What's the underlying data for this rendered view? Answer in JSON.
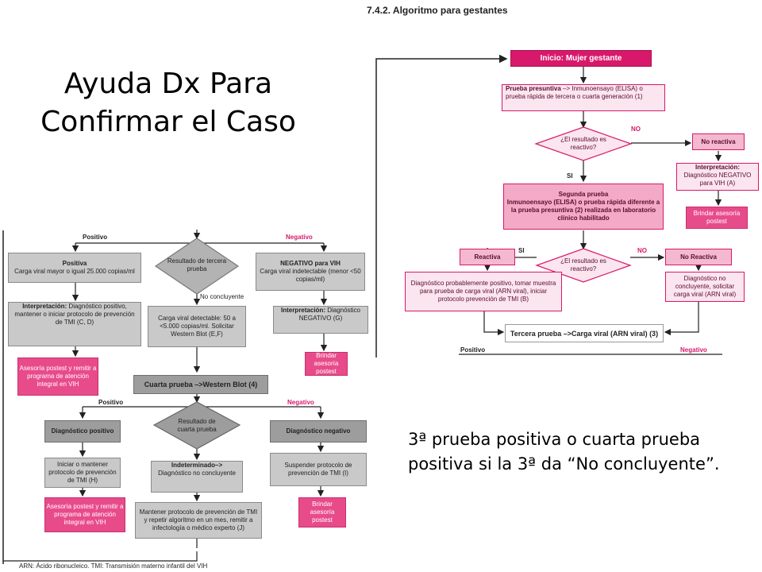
{
  "slide": {
    "title_line1": "Ayuda Dx Para",
    "title_line2": "Confirmar el Caso",
    "note": "3ª prueba positiva o cuarta prueba positiva si la 3ª da “No concluyente”."
  },
  "right_diagram": {
    "caption": "7.4.2. Algoritmo para gestantes",
    "start": "Inicio: Mujer gestante",
    "presumptive_bold": "Prueba presuntiva",
    "presumptive_rest": " –> Inmunoensayo (ELISA) o prueba rápida de tercera o cuarta generación (1)",
    "decision1": "¿El resultado es reactivo?",
    "no1": "NO",
    "si1": "SI",
    "no_reactive": "No reactiva",
    "interp_neg_bold": "Interpretación:",
    "interp_neg_rest": " Diagnóstico NEGATIVO para VIH (A)",
    "counsel1": "Brindar asesoría postest",
    "second_test_line1": "Segunda prueba",
    "second_test_line2": "Inmunoensayo (ELISA) o prueba rápida diferente a la prueba presuntiva (2) realizada en laboratorio clínico habilitado",
    "decision2": "¿El resultado es reactivo?",
    "si2": "SI",
    "no2": "NO",
    "reactive": "Reactiva",
    "no_reactive2": "No Reactiva",
    "probable_positive": "Diagnóstico probablemente positivo, tomar muestra para prueba de carga viral (ARN viral), iniciar protocolo prevención de TMI (B)",
    "inconclusive_request": "Diagnóstico no concluyente, solicitar carga viral (ARN viral)",
    "third_test": "Tercera prueba –>Carga viral (ARN viral) (3)",
    "positivo": "Positivo",
    "negativo": "Negativo"
  },
  "left_diagram": {
    "positivo": "Positivo",
    "negativo": "Negativo",
    "positive_box_title": "Positiva",
    "positive_box_text": "Carga viral mayor o igual 25.000 copias/ml",
    "decision_third": "Resultado de tercera prueba",
    "no_concluyente": "No concluyente",
    "negative_box_title": "NEGATIVO para VIH",
    "negative_box_text": "Carga viral indetectable (menor <50 copias/ml)",
    "interp_pos_bold": "Interpretación:",
    "interp_pos_rest": " Diagnóstico positivo, mantener o iniciar protocolo de prevención de TMI (C, D)",
    "viral_detectable": "Carga viral detectable: 50 a <5.000 copias/ml. Solicitar Western Blot (E,F)",
    "interp_neg_bold": "Interpretación:",
    "interp_neg_rest": " Diagnóstico NEGATIVO (G)",
    "counsel_refer1": "Asesoría postest y remitir a programa de atención integral en VIH",
    "counsel_post1": "Brindar asesoría postest",
    "fourth_test": "Cuarta prueba –>Western Blot (4)",
    "positivo2": "Positivo",
    "negativo2": "Negativo",
    "dx_positive": "Diagnóstico positivo",
    "decision_fourth": "Resultado de cuarta prueba",
    "dx_negative": "Diagnóstico negativo",
    "keep_protocol": "Iniciar o mantener protocolo de prevención de TMI (H)",
    "indeterminate_bold": "Indeterminado–>",
    "indeterminate_rest": " Diagnóstico no concluyente",
    "suspend_protocol": "Suspender protocolo de prevención de TMI (I)",
    "counsel_refer2": "Asesoría postest y remitir a programa de atención integral en VIH",
    "maintain_repeat": "Mantener protocolo de prevención de TMI y repetir algoritmo en un mes, remitir a infectología o médico experto (J)",
    "counsel_post2": "Brindar asesoría postest",
    "footnote": "ARN: Ácido ribonucleico. TMI: Transmisión materno infantil del VIH"
  },
  "colors": {
    "magenta": "#d8196b",
    "pink_fill": "#e84b8a",
    "gray": "#c9c9c9"
  }
}
